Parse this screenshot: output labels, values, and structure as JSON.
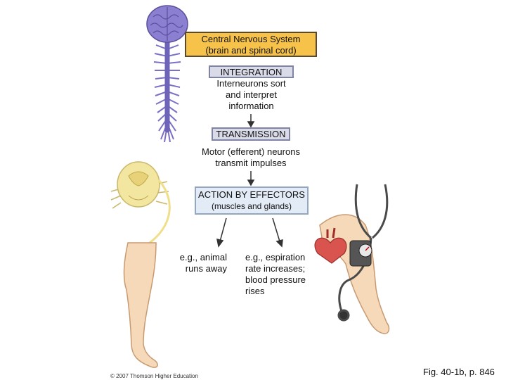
{
  "cns": {
    "line1": "Central Nervous System",
    "line2": "(brain and spinal cord)"
  },
  "integration": {
    "heading": "INTEGRATION",
    "lines": [
      "Interneurons sort",
      "and interpret",
      "information"
    ]
  },
  "transmission": {
    "heading": "TRANSMISSION",
    "lines": [
      "Motor (efferent) neurons",
      "transmit impulses"
    ]
  },
  "effectors": {
    "heading": "ACTION BY EFFECTORS",
    "sub": "(muscles and glands)"
  },
  "examples": {
    "left": [
      "e.g., animal",
      "runs away"
    ],
    "right": [
      "e.g., espiration",
      "rate increases;",
      "blood pressure",
      "rises"
    ]
  },
  "copyright": "© 2007 Thomson Higher Education",
  "figure_label": "Fig. 40-1b, p. 846",
  "colors": {
    "cns_fill": "#f6c24a",
    "tag_fill": "#d9dbe8",
    "effectors_fill": "#e3ecf6",
    "brain": "#8a7fd0",
    "spinal_cord_section": "#f2e6a0",
    "skin": "#f6d9b8",
    "heart": "#d9534f",
    "arrow": "#333333"
  },
  "icons": [
    "brain-spinal-cord-icon",
    "spinal-cord-section-icon",
    "leg-icon",
    "arm-icon",
    "heart-icon",
    "stethoscope-icon",
    "blood-pressure-cuff-icon"
  ]
}
